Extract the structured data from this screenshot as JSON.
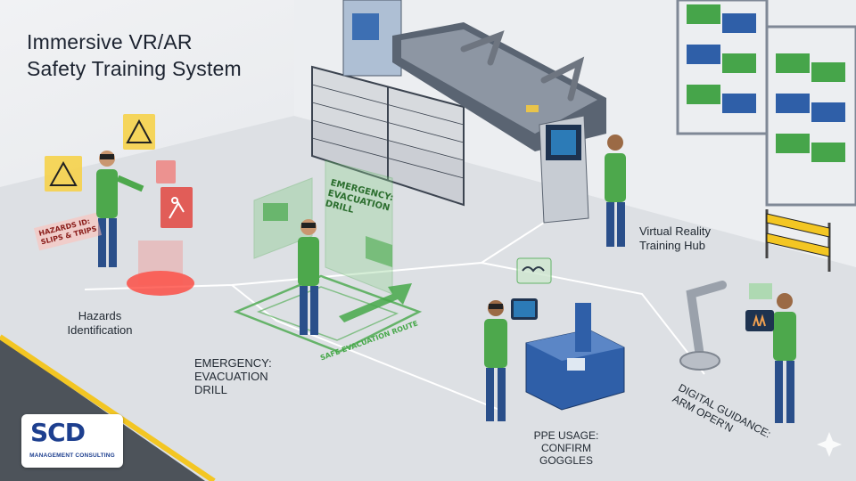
{
  "title": {
    "line1": "Immersive VR/AR",
    "line2": "Safety Training System"
  },
  "stations": {
    "hazards": {
      "label_line1": "Hazards",
      "label_line2": "Identification",
      "sign_line1": "HAZARDS ID:",
      "sign_line2": "SLIPS & TRIPS"
    },
    "evacuation": {
      "panel_line1": "EMERGENCY:",
      "panel_line2": "EVACUATION",
      "panel_line3": "DRILL",
      "label_line1": "EMERGENCY:",
      "label_line2": "EVACUATION",
      "label_line3": "DRILL",
      "route_label": "SAFE EVACUATION ROUTE"
    },
    "hub": {
      "label_line1": "Virtual Reality",
      "label_line2": "Training Hub"
    },
    "ppe": {
      "label_line1": "PPE USAGE:",
      "label_line2": "CONFIRM",
      "label_line3": "GOGGLES"
    },
    "digital_guidance": {
      "label_line1": "DIGITAL GUIDANCE:",
      "label_line2": "ARM OPER'N"
    }
  },
  "logo": {
    "mark": "SCD",
    "subtitle": "MANAGEMENT CONSULTING"
  },
  "colors": {
    "accent_green": "#47a84a",
    "hazard_red": "#e2453f",
    "warning_yellow": "#f3c623",
    "machine_blue": "#2f5fa8",
    "brand_blue": "#1d3f8f"
  },
  "icons": [
    "warning-icon",
    "slip-hazard-icon",
    "emergency-exit-icon",
    "goggles-icon",
    "hand-icon",
    "sparkle-icon"
  ]
}
